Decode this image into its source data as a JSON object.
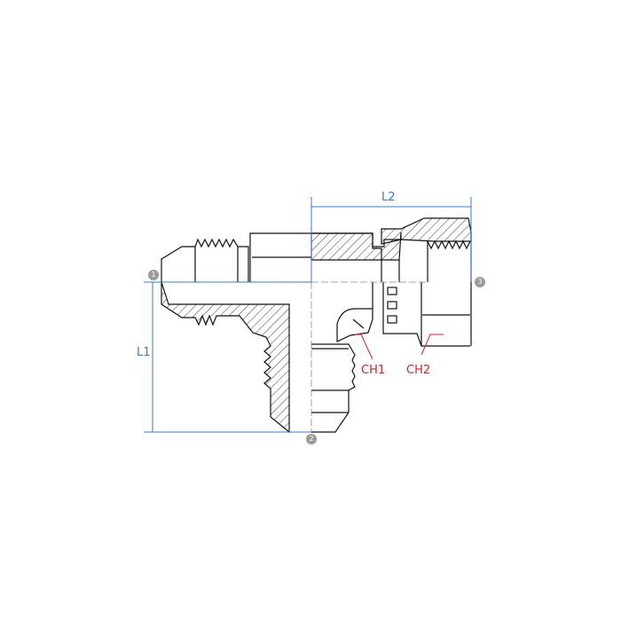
{
  "dimensions": {
    "l1": "L1",
    "l2": "L2"
  },
  "port_markers": [
    "1",
    "2",
    "3"
  ],
  "callouts": {
    "ch1": "CH1",
    "ch2": "CH2"
  },
  "colors": {
    "dimension": "#3a78c8",
    "callout": "#d8202c",
    "outline": "#111111",
    "marker": "#9a9a9a"
  }
}
